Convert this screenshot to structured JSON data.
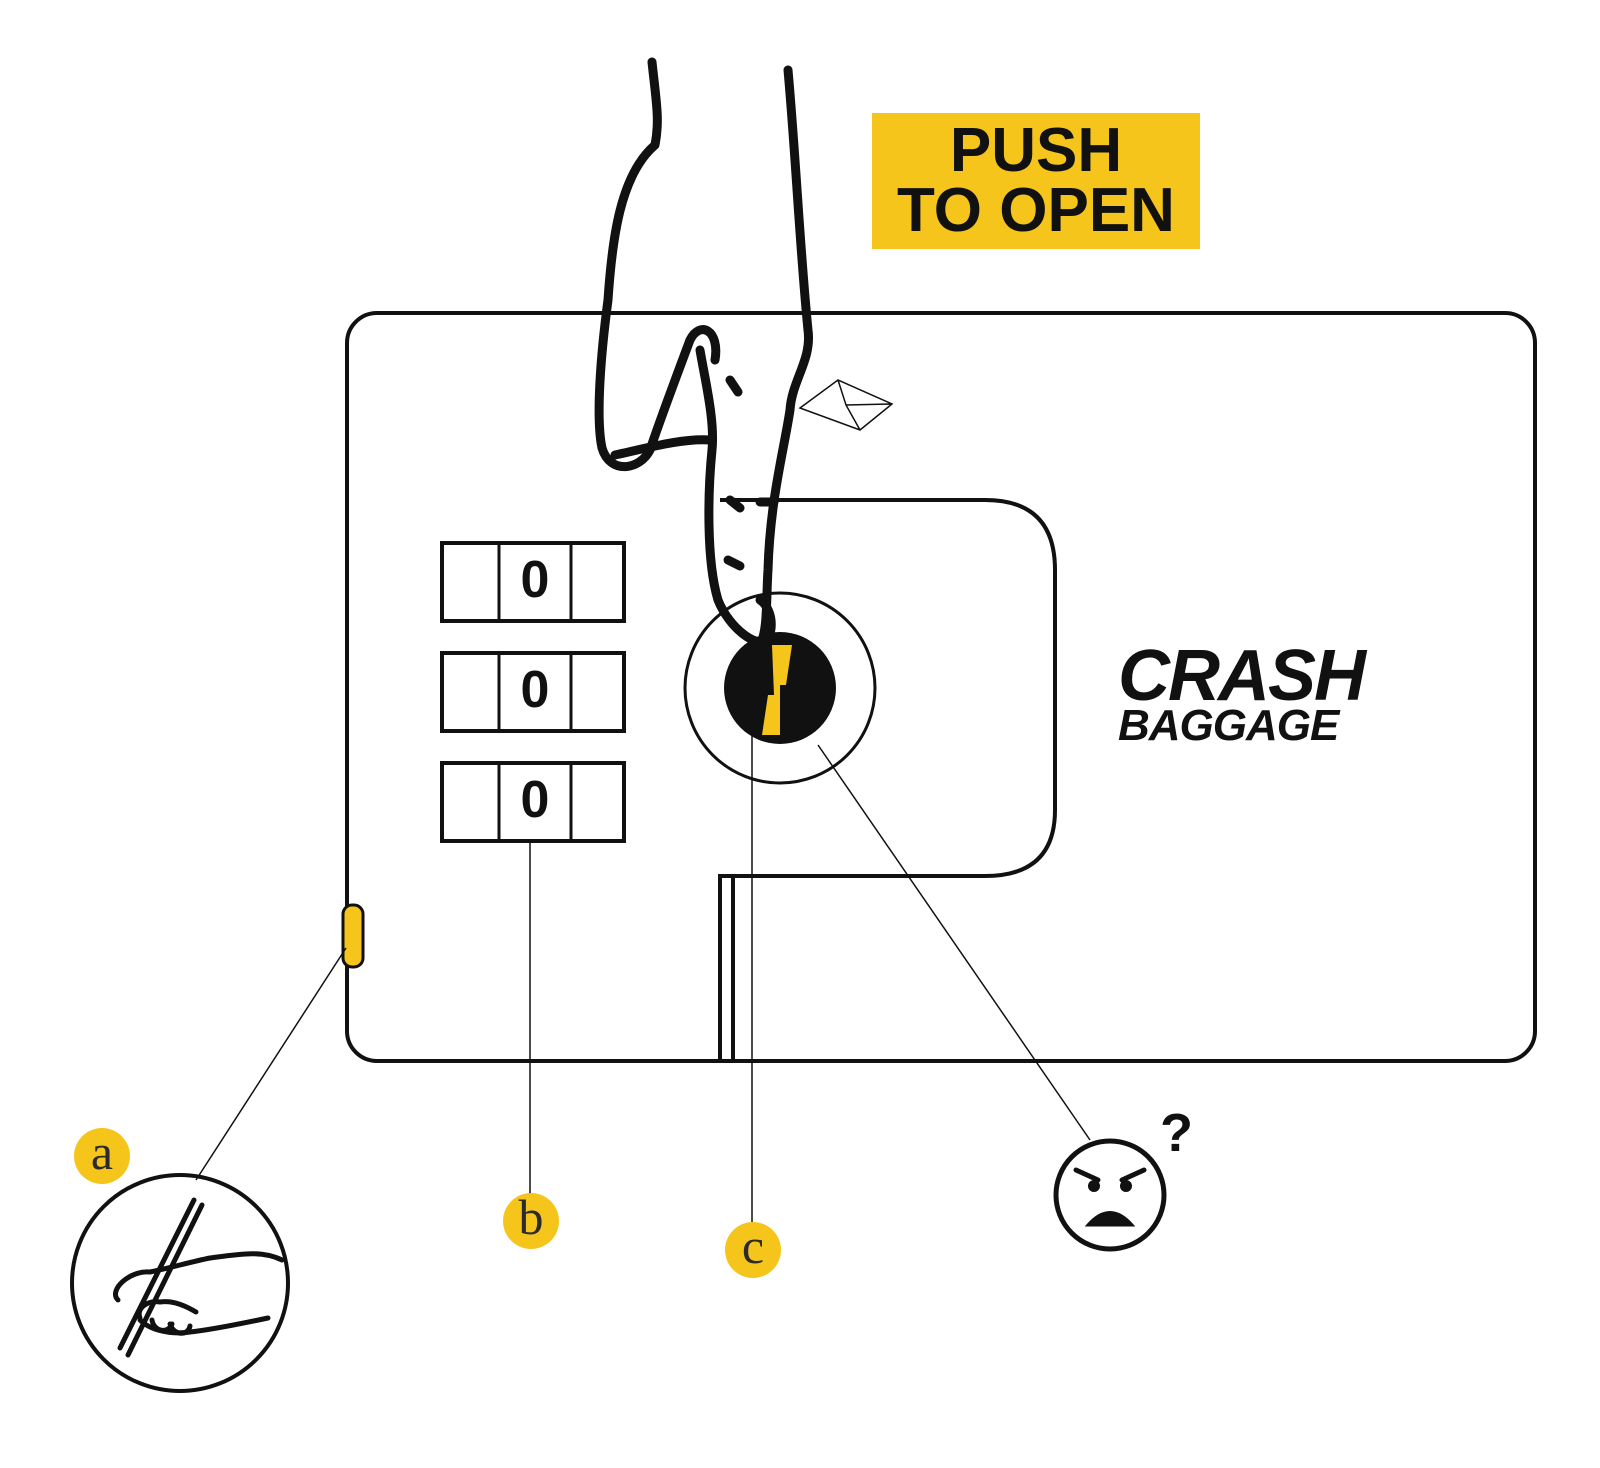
{
  "push_label": {
    "line1": "PUSH",
    "line2": "TO OPEN"
  },
  "brand": {
    "line1": "CRASH",
    "line2": "BAGGAGE"
  },
  "combination_dials": [
    "0",
    "0",
    "0"
  ],
  "callouts": {
    "a": "a",
    "b": "b",
    "c": "c"
  },
  "confused_mark": "?",
  "colors": {
    "accent": "#f6c51b",
    "ink": "#111111",
    "background": "#ffffff"
  },
  "icons": [
    "pointing-hand-icon",
    "writing-hand-icon",
    "angry-face-icon",
    "lock-button-icon"
  ]
}
